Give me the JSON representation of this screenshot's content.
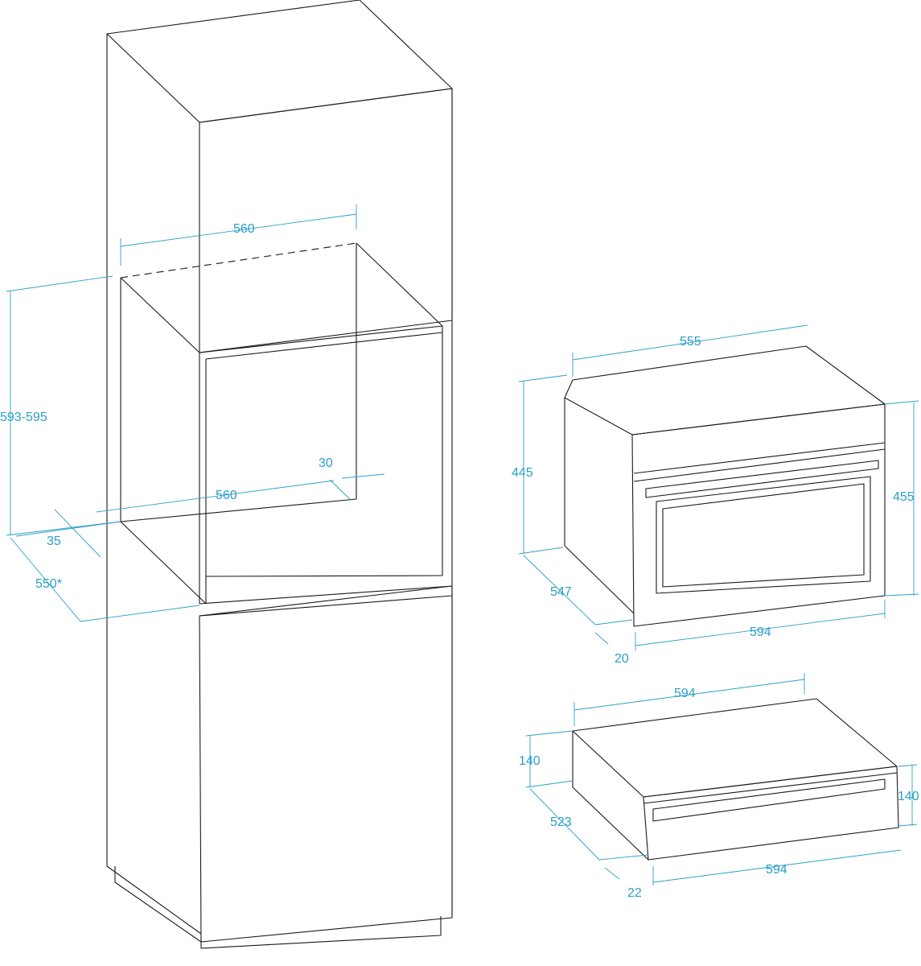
{
  "colors": {
    "line": "#1a1a1a",
    "dimension": "#2b9fc9",
    "background": "#ffffff"
  },
  "cabinet": {
    "niche_width_top": "560",
    "niche_height": "593-595",
    "niche_width_bottom": "560",
    "rear_gap": "30",
    "front_offset": "35",
    "niche_depth": "550*"
  },
  "oven": {
    "body_width": "555",
    "body_height": "445",
    "front_height": "455",
    "depth": "547",
    "front_thickness": "20",
    "front_width": "594"
  },
  "drawer": {
    "body_width": "594",
    "body_height": "140",
    "front_height": "140",
    "depth": "523",
    "front_thickness": "22",
    "front_width": "594"
  }
}
